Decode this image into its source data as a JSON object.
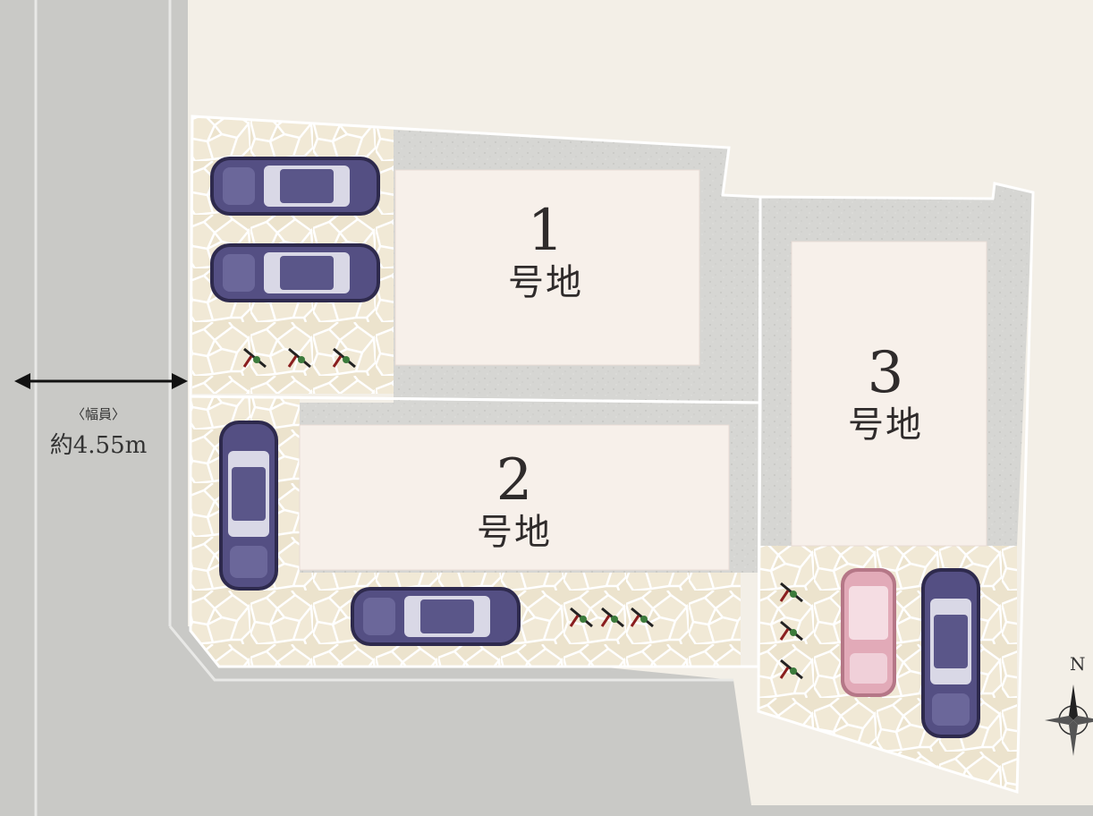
{
  "road": {
    "width_title": "〈幅員〉",
    "width_value": "約4.55m"
  },
  "lots": [
    {
      "number": "1",
      "suffix": "号地"
    },
    {
      "number": "2",
      "suffix": "号地"
    },
    {
      "number": "3",
      "suffix": "号地"
    }
  ],
  "compass": {
    "north_label": "N"
  },
  "colors": {
    "road": "#c9c9c6",
    "concrete": "#d8d8d5",
    "stone_fill": "#ece3cd",
    "stone_line": "#ffffff",
    "house": "#f7f0ea",
    "car_navy": "#4f4a7c",
    "car_pink": "#e2aab8",
    "background": "#f3efe7"
  },
  "icons": [
    "compass-rose-icon",
    "bicycle-icon",
    "car-icon",
    "double-arrow-icon"
  ]
}
